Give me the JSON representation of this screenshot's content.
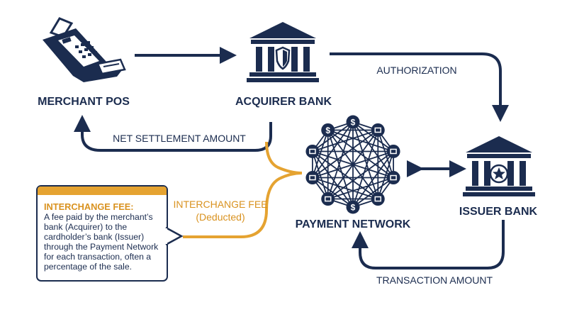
{
  "nodes": {
    "merchant_pos": "MERCHANT POS",
    "acquirer_bank": "ACQUIRER BANK",
    "issuer_bank": "ISSUER BANK",
    "payment_network": "PAYMENT NETWORK"
  },
  "flows": {
    "authorization": "AUTHORIZATION",
    "net_settlement": "NET SETTLEMENT AMOUNT",
    "transaction_amount": "TRANSACTION AMOUNT",
    "interchange_fee_line1": "INTERCHANGE FEE",
    "interchange_fee_line2": "(Deducted)"
  },
  "callout": {
    "title": "INTERCHANGE FEE:",
    "body": "A fee paid by the merchant’s bank (Acquirer) to the cardholder’s bank (Issuer) through the Payment Network for each transaction, often a percentage of the sale."
  },
  "colors": {
    "navy": "#1b2c4f",
    "gold": "#d9921f",
    "gold_light": "#e5a331"
  },
  "icons": [
    "pos-terminal-icon",
    "bank-building-icon",
    "shield-icon",
    "star-icon",
    "network-mesh-icon",
    "dollar-icon",
    "card-icon",
    "user-icon",
    "transfer-icon",
    "chart-icon",
    "settings-icon"
  ]
}
